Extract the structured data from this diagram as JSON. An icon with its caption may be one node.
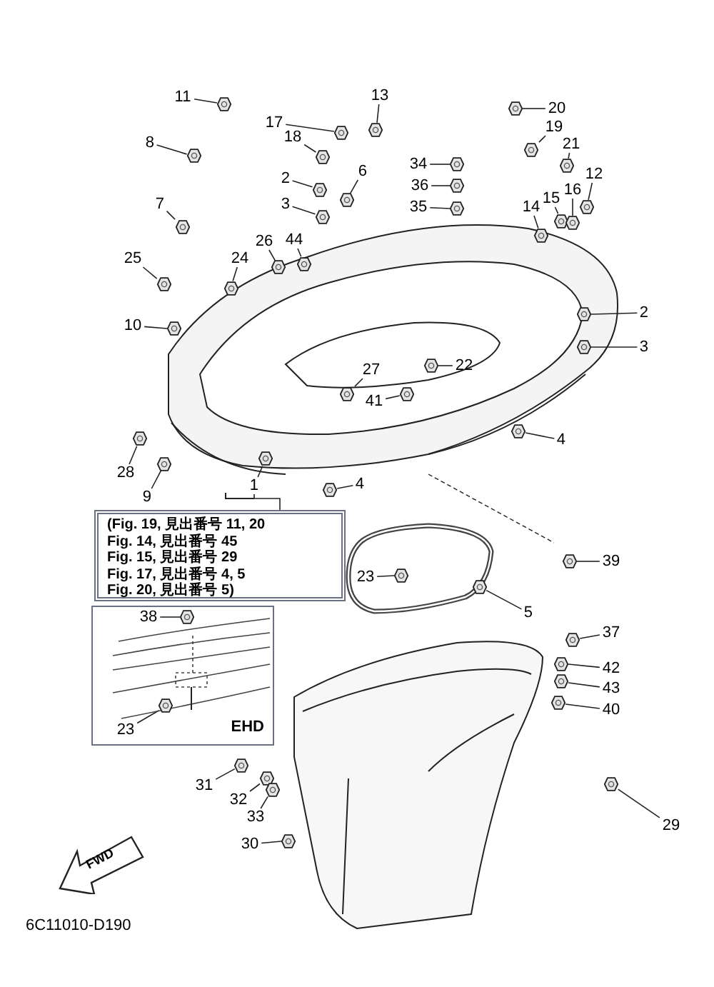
{
  "diagram": {
    "nodes": [
      {
        "text": [
          "11"
        ]
      },
      {
        "text": [
          "8"
        ]
      },
      {
        "text": [
          "17"
        ]
      },
      {
        "text": [
          "13"
        ]
      },
      {
        "text": [
          "20"
        ]
      },
      {
        "text": [
          "18"
        ]
      },
      {
        "text": [
          "19"
        ]
      },
      {
        "text": [
          "21"
        ]
      },
      {
        "text": [
          "34"
        ]
      },
      {
        "text": [
          "2"
        ]
      },
      {
        "text": [
          "6"
        ]
      },
      {
        "text": [
          "36"
        ]
      },
      {
        "text": [
          "3"
        ]
      },
      {
        "text": [
          "7"
        ]
      },
      {
        "text": [
          "35"
        ]
      },
      {
        "text": [
          "14"
        ]
      },
      {
        "text": [
          "15"
        ]
      },
      {
        "text": [
          "16"
        ]
      },
      {
        "text": [
          "12"
        ]
      },
      {
        "text": [
          "44"
        ]
      },
      {
        "text": [
          "26"
        ]
      },
      {
        "text": [
          "25"
        ]
      },
      {
        "text": [
          "24"
        ]
      },
      {
        "text": [
          "10"
        ]
      },
      {
        "text": [
          "2"
        ]
      },
      {
        "text": [
          "3"
        ]
      },
      {
        "text": [
          "22"
        ]
      },
      {
        "text": [
          "27"
        ]
      },
      {
        "text": [
          "41"
        ]
      },
      {
        "text": [
          "4"
        ]
      },
      {
        "text": [
          "4"
        ]
      },
      {
        "text": [
          "28"
        ]
      },
      {
        "text": [
          "9"
        ]
      },
      {
        "text": [
          "1"
        ]
      },
      {
        "text": [
          "(Fig. 19, 見出番号 11, 20",
          "Fig. 14, 見出番号 45",
          "Fig. 15, 見出番号 29",
          "Fig. 17, 見出番号 4, 5",
          "Fig. 20, 見出番号 5)"
        ]
      },
      {
        "text": [
          "23"
        ]
      },
      {
        "text": [
          "39"
        ]
      },
      {
        "text": [
          "5"
        ]
      },
      {
        "text": [
          "EHD"
        ]
      },
      {
        "text": [
          "38"
        ],
        "in": 38
      },
      {
        "text": [
          "23"
        ],
        "in": 38
      },
      {
        "text": [
          "37"
        ]
      },
      {
        "text": [
          "42"
        ]
      },
      {
        "text": [
          "43"
        ]
      },
      {
        "text": [
          "40"
        ]
      },
      {
        "text": [
          "31"
        ]
      },
      {
        "text": [
          "32"
        ]
      },
      {
        "text": [
          "33"
        ]
      },
      {
        "text": [
          "29"
        ]
      },
      {
        "text": [
          "30"
        ]
      },
      {
        "text": [
          "FWD"
        ]
      },
      {
        "text": [],
        "shape": "picture"
      },
      {
        "text": [],
        "shape": "picture"
      },
      {
        "text": [],
        "shape": "picture"
      },
      {
        "text": [],
        "shape": "picture"
      },
      {
        "text": [],
        "shape": "picture"
      },
      {
        "text": [],
        "shape": "picture"
      },
      {
        "text": [],
        "shape": "picture"
      },
      {
        "text": [],
        "shape": "picture"
      },
      {
        "text": [],
        "shape": "picture"
      },
      {
        "text": [],
        "shape": "picture"
      },
      {
        "text": [],
        "shape": "picture"
      },
      {
        "text": [],
        "shape": "picture"
      },
      {
        "text": [],
        "shape": "picture"
      },
      {
        "text": [],
        "shape": "picture"
      },
      {
        "text": [],
        "shape": "picture"
      },
      {
        "text": [],
        "shape": "picture"
      },
      {
        "text": [],
        "shape": "picture"
      },
      {
        "text": [],
        "shape": "picture"
      },
      {
        "text": [],
        "shape": "picture"
      },
      {
        "text": [],
        "shape": "picture"
      },
      {
        "text": [],
        "shape": "picture"
      },
      {
        "text": [],
        "shape": "picture"
      },
      {
        "text": [],
        "shape": "picture"
      },
      {
        "text": [],
        "shape": "picture"
      },
      {
        "text": [],
        "shape": "picture"
      },
      {
        "text": [],
        "shape": "picture"
      },
      {
        "text": [],
        "shape": "picture"
      },
      {
        "text": [],
        "shape": "picture"
      },
      {
        "text": [],
        "shape": "picture"
      },
      {
        "text": [],
        "shape": "picture"
      },
      {
        "text": [],
        "shape": "picture"
      },
      {
        "text": [],
        "shape": "picture"
      },
      {
        "text": [],
        "shape": "picture"
      },
      {
        "text": [],
        "shape": "picture"
      },
      {
        "text": [],
        "shape": "picture"
      },
      {
        "text": [],
        "shape": "picture"
      },
      {
        "text": [],
        "shape": "picture"
      },
      {
        "text": [],
        "shape": "picture",
        "in": 38
      },
      {
        "text": [],
        "shape": "picture",
        "in": 38
      },
      {
        "text": [],
        "shape": "picture"
      },
      {
        "text": [],
        "shape": "picture"
      },
      {
        "text": [],
        "shape": "picture"
      },
      {
        "text": [],
        "shape": "picture"
      },
      {
        "text": [],
        "shape": "picture"
      },
      {
        "text": [],
        "shape": "picture"
      },
      {
        "text": [],
        "shape": "picture"
      },
      {
        "text": [],
        "shape": "picture"
      },
      {
        "text": [],
        "shape": "picture"
      }
    ],
    "edges": [
      {
        "from": 0,
        "to": 51,
        "arrow": "none"
      },
      {
        "from": 1,
        "to": 52,
        "arrow": "none"
      },
      {
        "from": 2,
        "to": 53,
        "arrow": "none"
      },
      {
        "from": 3,
        "to": 54,
        "arrow": "none"
      },
      {
        "from": 4,
        "to": 55,
        "arrow": "none"
      },
      {
        "from": 5,
        "to": 56,
        "arrow": "none"
      },
      {
        "from": 6,
        "to": 57,
        "arrow": "none"
      },
      {
        "from": 7,
        "to": 58,
        "arrow": "none"
      },
      {
        "from": 8,
        "to": 59,
        "arrow": "none"
      },
      {
        "from": 9,
        "to": 60,
        "arrow": "none"
      },
      {
        "from": 10,
        "to": 61,
        "arrow": "none"
      },
      {
        "from": 11,
        "to": 62,
        "arrow": "none"
      },
      {
        "from": 12,
        "to": 63,
        "arrow": "none"
      },
      {
        "from": 13,
        "to": 64,
        "arrow": "none"
      },
      {
        "from": 14,
        "to": 65,
        "arrow": "none"
      },
      {
        "from": 15,
        "to": 66,
        "arrow": "none"
      },
      {
        "from": 16,
        "to": 67,
        "arrow": "none"
      },
      {
        "from": 17,
        "to": 68,
        "arrow": "none"
      },
      {
        "from": 18,
        "to": 69,
        "arrow": "none"
      },
      {
        "from": 19,
        "to": 70,
        "arrow": "none"
      },
      {
        "from": 20,
        "to": 71,
        "arrow": "none"
      },
      {
        "from": 21,
        "to": 72,
        "arrow": "none"
      },
      {
        "from": 22,
        "to": 73,
        "arrow": "none"
      },
      {
        "from": 23,
        "to": 74,
        "arrow": "none"
      },
      {
        "from": 24,
        "to": 75,
        "arrow": "none"
      },
      {
        "from": 25,
        "to": 76,
        "arrow": "none"
      },
      {
        "from": 26,
        "to": 77,
        "arrow": "none"
      },
      {
        "from": 27,
        "to": 78,
        "arrow": "none"
      },
      {
        "from": 28,
        "to": 79,
        "arrow": "none"
      },
      {
        "from": 29,
        "to": 80,
        "arrow": "none"
      },
      {
        "from": 30,
        "to": 81,
        "arrow": "none"
      },
      {
        "from": 31,
        "to": 82,
        "arrow": "none"
      },
      {
        "from": 32,
        "to": 83,
        "arrow": "none"
      },
      {
        "from": 33,
        "to": 84,
        "arrow": "none"
      },
      {
        "from": 35,
        "to": 85,
        "arrow": "none"
      },
      {
        "from": 36,
        "to": 86,
        "arrow": "none"
      },
      {
        "from": 37,
        "to": 87,
        "arrow": "none"
      },
      {
        "from": 39,
        "to": 88,
        "arrow": "none"
      },
      {
        "from": 40,
        "to": 89,
        "arrow": "none"
      },
      {
        "from": 41,
        "to": 90,
        "arrow": "none"
      },
      {
        "from": 42,
        "to": 91,
        "arrow": "none"
      },
      {
        "from": 43,
        "to": 92,
        "arrow": "none"
      },
      {
        "from": 44,
        "to": 93,
        "arrow": "none"
      },
      {
        "from": 45,
        "to": 94,
        "arrow": "none"
      },
      {
        "from": 46,
        "to": 95,
        "arrow": "none"
      },
      {
        "from": 47,
        "to": 96,
        "arrow": "none"
      },
      {
        "from": 48,
        "to": 97,
        "arrow": "none"
      },
      {
        "from": 49,
        "to": 98,
        "arrow": "none"
      },
      {
        "from": 33,
        "to": 34,
        "arrow": "none"
      }
    ],
    "labels": [
      "6C11010-D190"
    ]
  }
}
